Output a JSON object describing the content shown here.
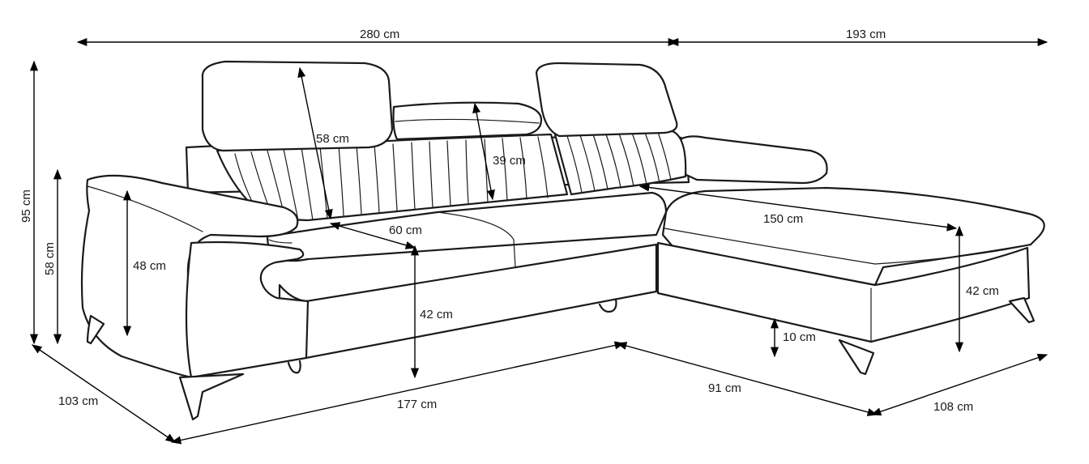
{
  "dimensions": {
    "overall_width_left": "280 cm",
    "overall_width_right": "193 cm",
    "total_height": "95 cm",
    "backrest_height": "58 cm",
    "armrest_height": "48 cm",
    "seat_height": "42 cm",
    "headrest_span": "58 cm",
    "headrest_height": "39 cm",
    "seat_depth": "60 cm",
    "chaise_length": "150 cm",
    "chaise_seat_height": "42 cm",
    "leg_height": "10 cm",
    "left_depth": "103 cm",
    "front_length": "177 cm",
    "chaise_front": "91 cm",
    "chaise_width": "108 cm"
  }
}
